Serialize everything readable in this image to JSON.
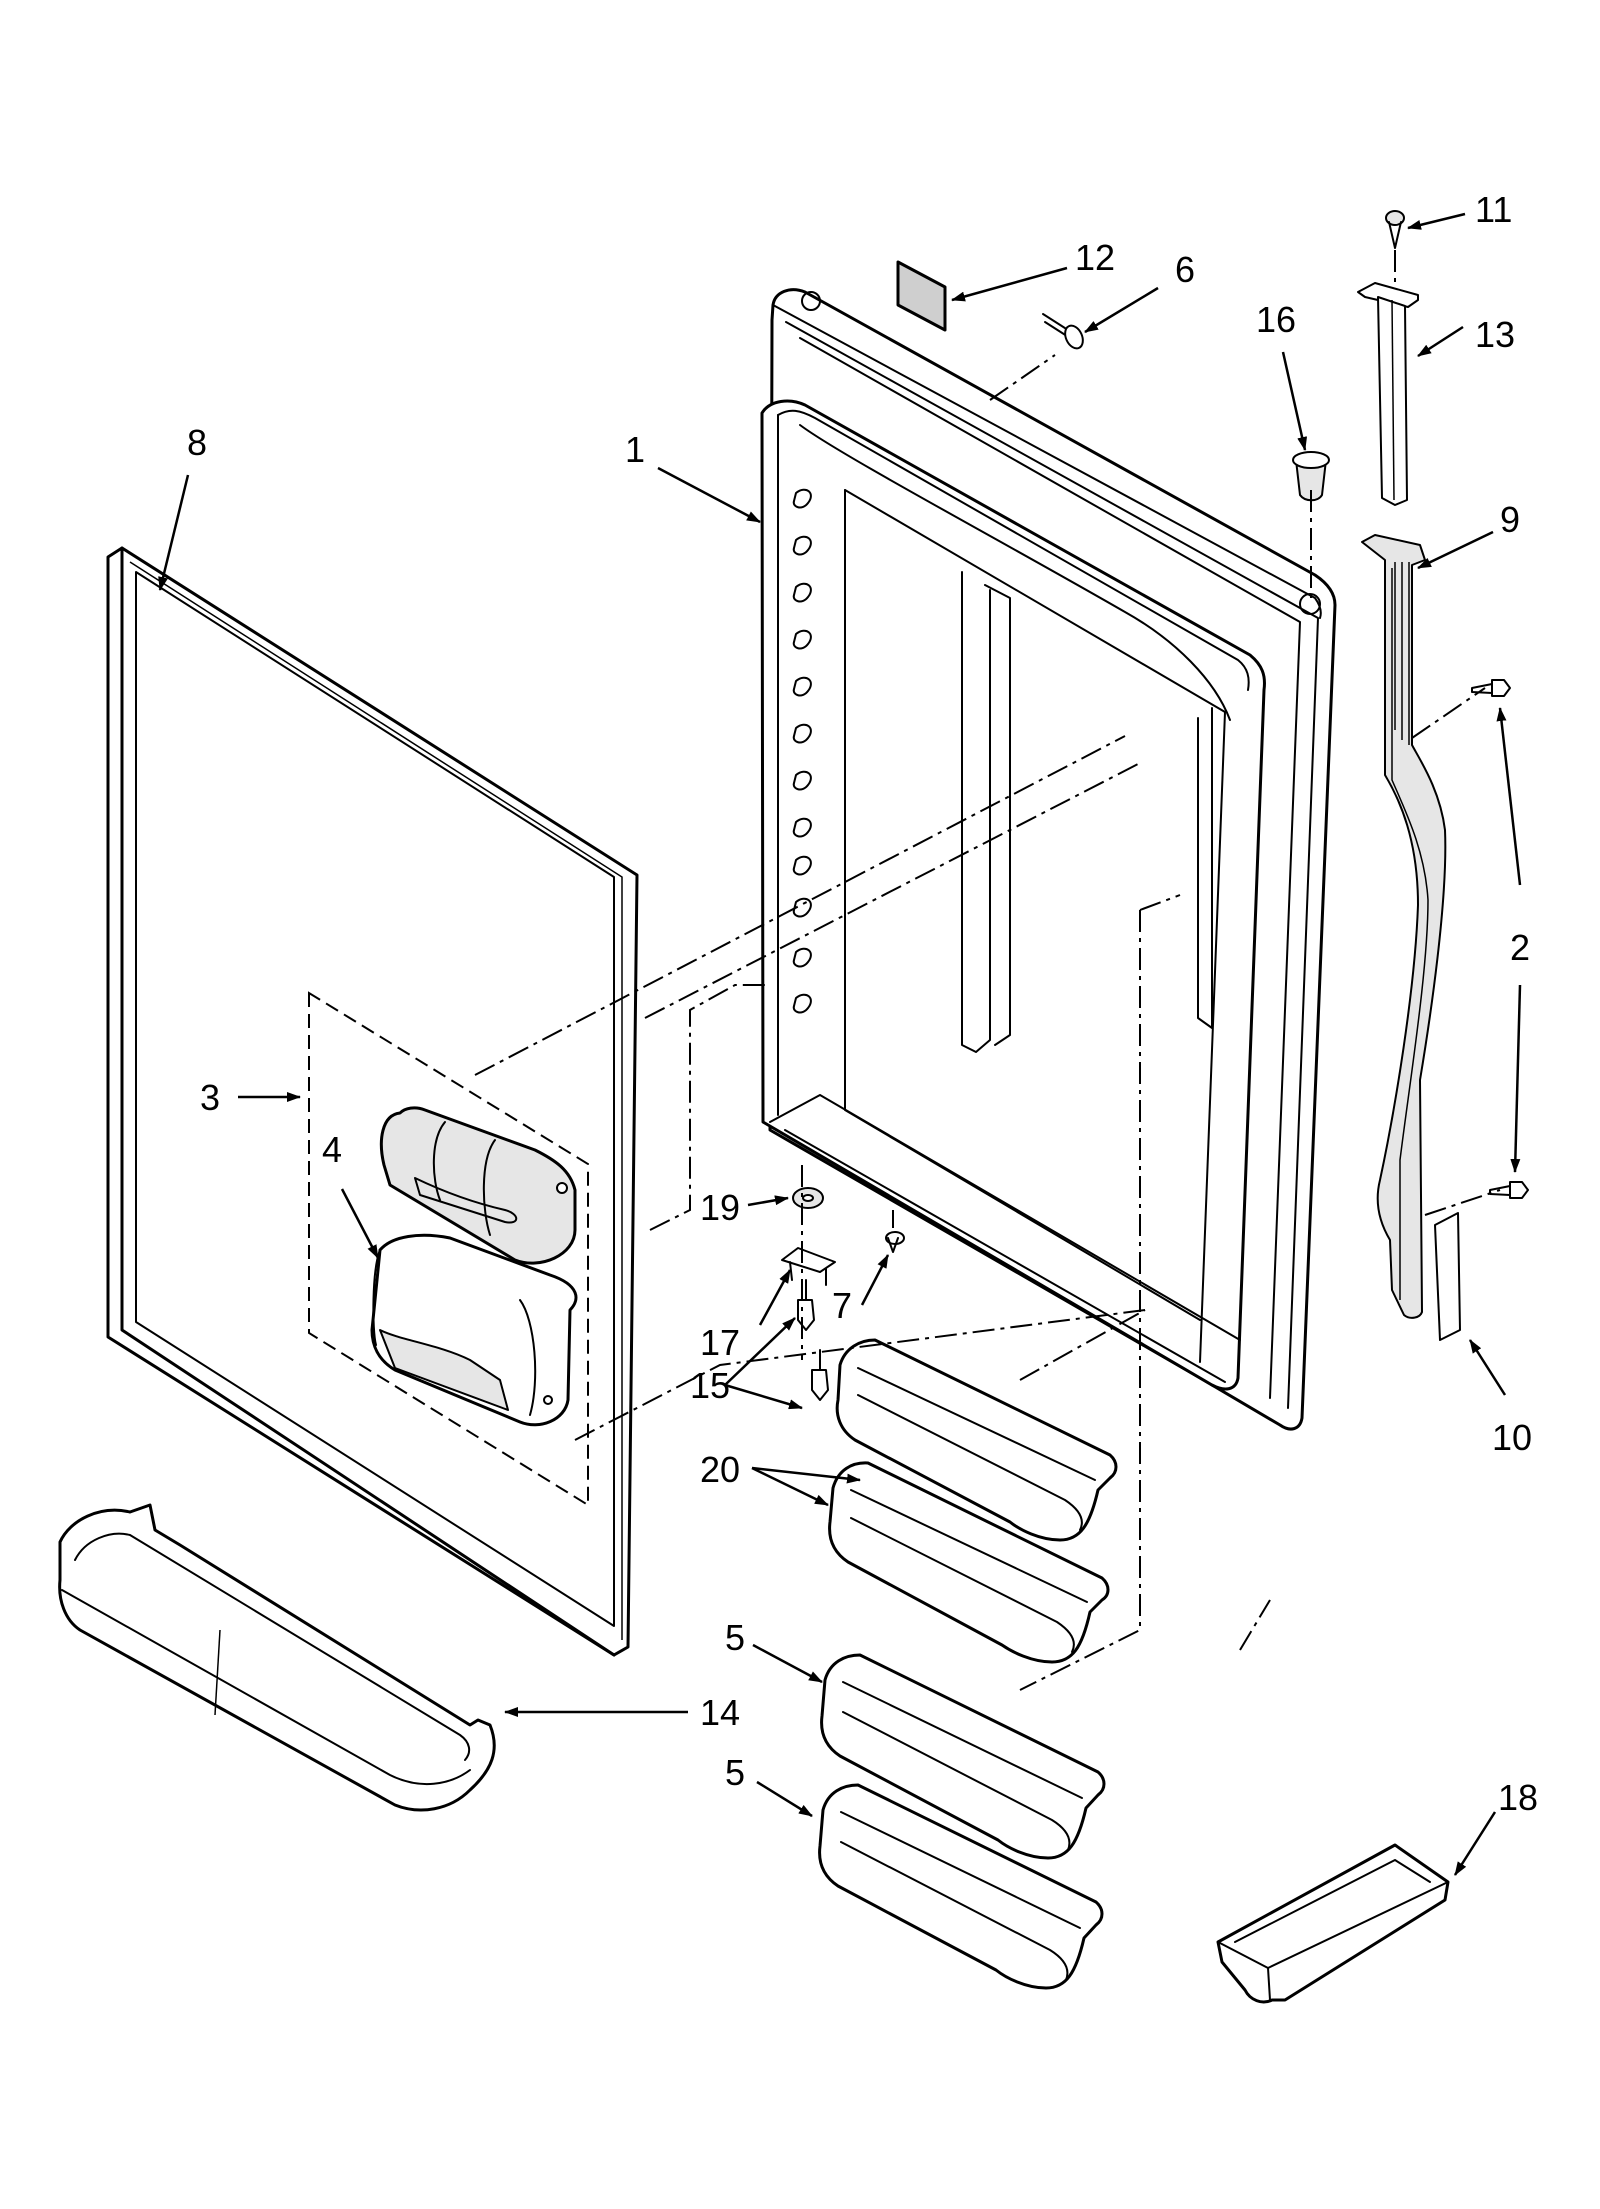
{
  "diagram": {
    "callouts": {
      "c1": "1",
      "c2": "2",
      "c3": "3",
      "c4": "4",
      "c5a": "5",
      "c5b": "5",
      "c6": "6",
      "c7": "7",
      "c8": "8",
      "c9": "9",
      "c10": "10",
      "c11": "11",
      "c12": "12",
      "c13": "13",
      "c14": "14",
      "c15": "15",
      "c16": "16",
      "c17": "17",
      "c18": "18",
      "c19": "19",
      "c20": "20"
    }
  },
  "colors": {
    "line": "#000000",
    "background": "#ffffff",
    "part_shading": "#e6e6e6"
  }
}
